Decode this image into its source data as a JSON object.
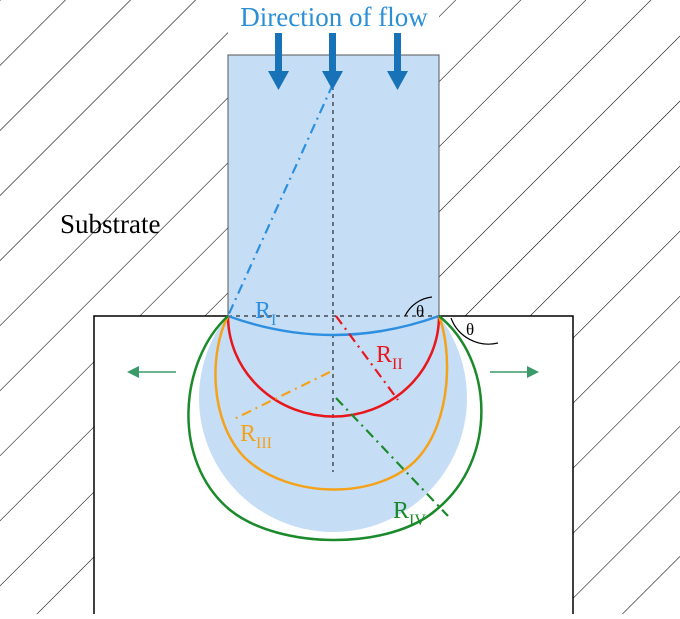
{
  "title": "Direction of flow",
  "substrate_label": "Substrate",
  "radius_labels": {
    "r1": {
      "main": "R",
      "sub": "I"
    },
    "r2": {
      "main": "R",
      "sub": "II"
    },
    "r3": {
      "main": "R",
      "sub": "III"
    },
    "r4": {
      "main": "R",
      "sub": "IV"
    }
  },
  "angle_label": "θ",
  "colors": {
    "fluid": "#c6def5",
    "flow_arrow": "#1872b8",
    "title": "#2b8fd6",
    "r1": "#2d8fe0",
    "r2": "#e8171c",
    "r3": "#f5a21b",
    "r4": "#1a8a2a",
    "spread_arrow": "#3a9a6a",
    "hatch": "#000000"
  }
}
